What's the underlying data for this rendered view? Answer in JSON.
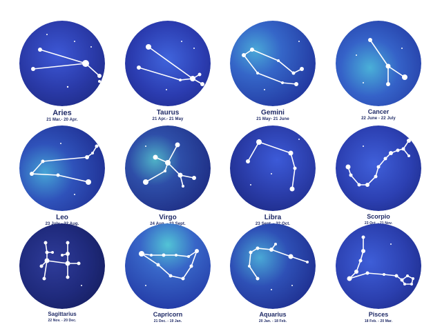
{
  "signs": [
    {
      "name": "Aries",
      "dates": "21 Mar.- 20 Apr.",
      "icon": "aries-constellation-icon",
      "tint": "#2a3aa8"
    },
    {
      "name": "Taurus",
      "dates": "21 Apr.- 21 May",
      "icon": "taurus-constellation-icon",
      "tint": "#2b3cb0"
    },
    {
      "name": "Gemini",
      "dates": "21 May- 21 June",
      "icon": "gemini-constellation-icon",
      "tint": "#2f52b8"
    },
    {
      "name": "Cancer",
      "dates": "22 June - 22 July",
      "icon": "cancer-constellation-icon",
      "tint": "#2d56c0"
    },
    {
      "name": "Leo",
      "dates": "23 July - 22 Aug.",
      "icon": "leo-constellation-icon",
      "tint": "#2c44ac"
    },
    {
      "name": "Virgo",
      "dates": "24 Aug. - 23 Sept.",
      "icon": "virgo-constellation-icon",
      "tint": "#263a9a"
    },
    {
      "name": "Libra",
      "dates": "23 Sept. - 22 Oct.",
      "icon": "libra-constellation-icon",
      "tint": "#2a3ca8"
    },
    {
      "name": "Scorpio",
      "dates": "23 Oct. - 21 Nov.",
      "icon": "scorpio-constellation-icon",
      "tint": "#2c40b2"
    },
    {
      "name": "Sagittarius",
      "dates": "22 Nov. - 20 Dec.",
      "icon": "sagittarius-constellation-icon",
      "tint": "#1f2a7c"
    },
    {
      "name": "Capricorn",
      "dates": "21 Dec. - 19 Jan.",
      "icon": "capricorn-constellation-icon",
      "tint": "#3050b8"
    },
    {
      "name": "Aquarius",
      "dates": "20 Jan. - 18 Feb.",
      "icon": "aquarius-constellation-icon",
      "tint": "#2a40a8"
    },
    {
      "name": "Pisces",
      "dates": "18 Feb. - 20 Mar.",
      "icon": "pisces-constellation-icon",
      "tint": "#2b3fae"
    }
  ]
}
